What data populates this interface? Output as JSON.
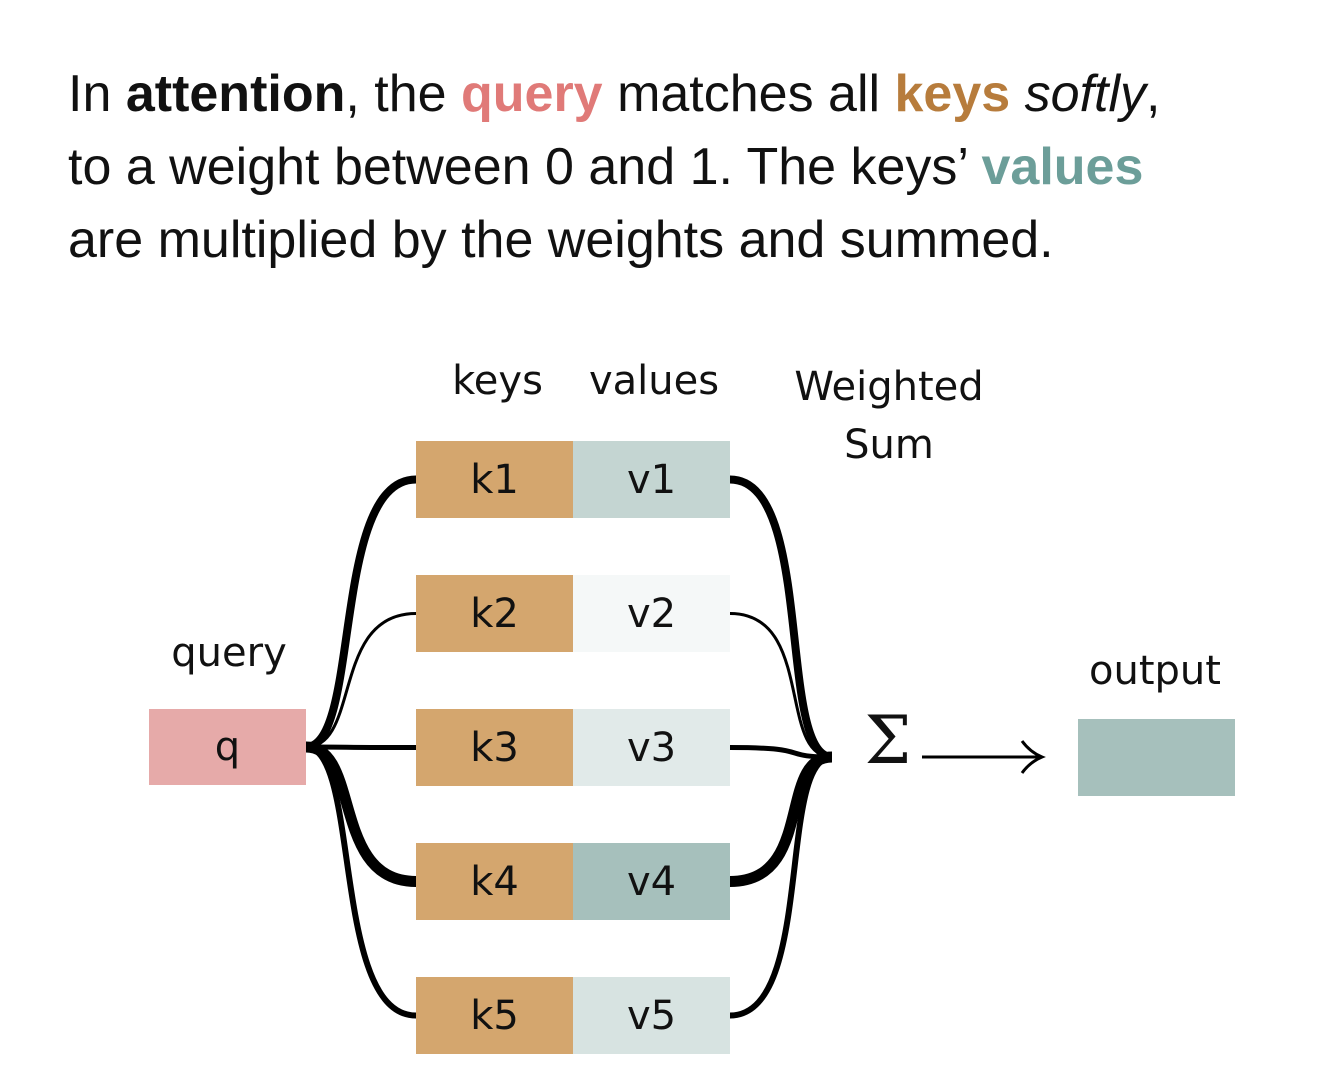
{
  "caption": {
    "in": "In",
    "attention": "attention",
    "comma_the": ", the",
    "query": "query",
    "matches_all": "matches all",
    "keys": "keys",
    "softly": "softly",
    "line1_end": ",",
    "line2": "to a weight between 0 and 1. The keys’",
    "values": "values",
    "line3": "are multiplied by the weights and summed."
  },
  "diagram": {
    "keys_header": "keys",
    "values_header": "values",
    "weighted_header_1": "Weighted",
    "weighted_header_2": "Sum",
    "query_label": "query",
    "query_box": "q",
    "sum_symbol": "Σ",
    "output_label": "output",
    "rows": [
      {
        "key": "k1",
        "value": "v1",
        "weight": 0.3
      },
      {
        "key": "k2",
        "value": "v2",
        "weight": 0.05
      },
      {
        "key": "k3",
        "value": "v3",
        "weight": 0.15
      },
      {
        "key": "k4",
        "value": "v4",
        "weight": 0.45
      },
      {
        "key": "k5",
        "value": "v5",
        "weight": 0.2
      }
    ]
  },
  "colors": {
    "query": "#e6aaa9",
    "key": "#d4a66e",
    "output": "#a6c0bc",
    "value_full": "#a6c0bc",
    "value_empty": "#ffffff"
  }
}
